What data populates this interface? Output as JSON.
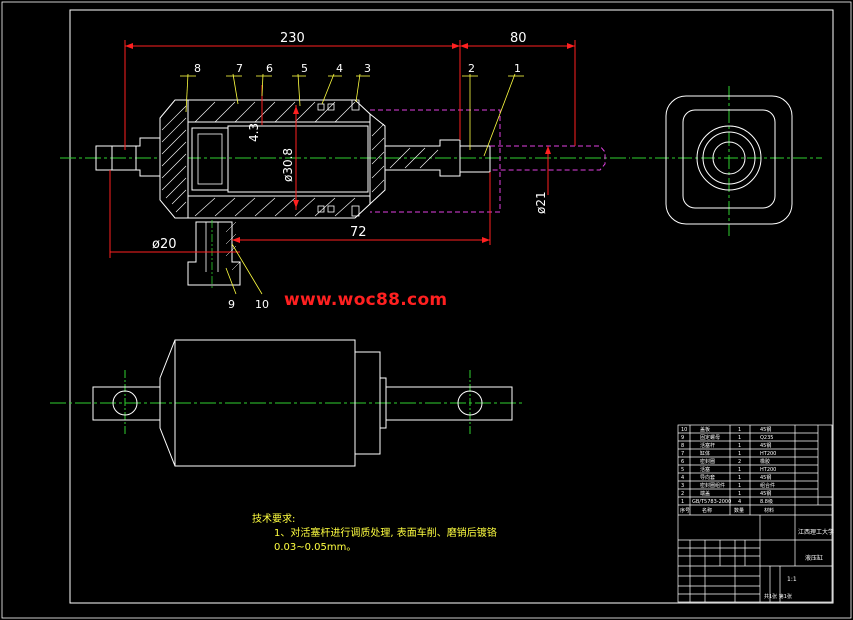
{
  "dimensions": {
    "length_overall": "230",
    "shaft_ext": "80",
    "dia_piston": "ø30.8",
    "wall": "4.3",
    "dia_shaft": "ø21",
    "dia_rod": "ø20",
    "stroke": "72"
  },
  "part_labels": [
    "1",
    "2",
    "3",
    "4",
    "5",
    "6",
    "7",
    "8",
    "9",
    "10"
  ],
  "watermark": "www.woc88.com",
  "notes": {
    "heading": "技术要求:",
    "line1": "1、对活塞杆进行调质处理, 表面车削、磨销后镀铬",
    "line2": "0.03~0.05mm。"
  },
  "title_block": {
    "items": [
      {
        "no": "10",
        "name": "盖板",
        "qty": "1",
        "mat": "45钢"
      },
      {
        "no": "9",
        "name": "固定螺母",
        "qty": "1",
        "mat": "Q235"
      },
      {
        "no": "8",
        "name": "活塞杆",
        "qty": "1",
        "mat": "45钢"
      },
      {
        "no": "7",
        "name": "缸体",
        "qty": "1",
        "mat": "HT200"
      },
      {
        "no": "6",
        "name": "密封圈",
        "qty": "2",
        "mat": "橡胶"
      },
      {
        "no": "5",
        "name": "活塞",
        "qty": "1",
        "mat": "HT200"
      },
      {
        "no": "4",
        "name": "导向套",
        "qty": "1",
        "mat": "45钢"
      },
      {
        "no": "3",
        "name": "密封圈组件",
        "qty": "1",
        "mat": "组合件"
      },
      {
        "no": "2",
        "name": "端盖",
        "qty": "1",
        "mat": "45钢"
      },
      {
        "no": "1",
        "name": "GB/T5783-2000",
        "qty": "4",
        "mat": "8.8级"
      }
    ],
    "header": {
      "no": "序号",
      "name": "名称",
      "qty": "数量",
      "mat": "材料"
    },
    "school": "江西理工大学",
    "drawing_title": "液压缸",
    "scale": "1:1",
    "sheet": "共1张 第1张"
  }
}
